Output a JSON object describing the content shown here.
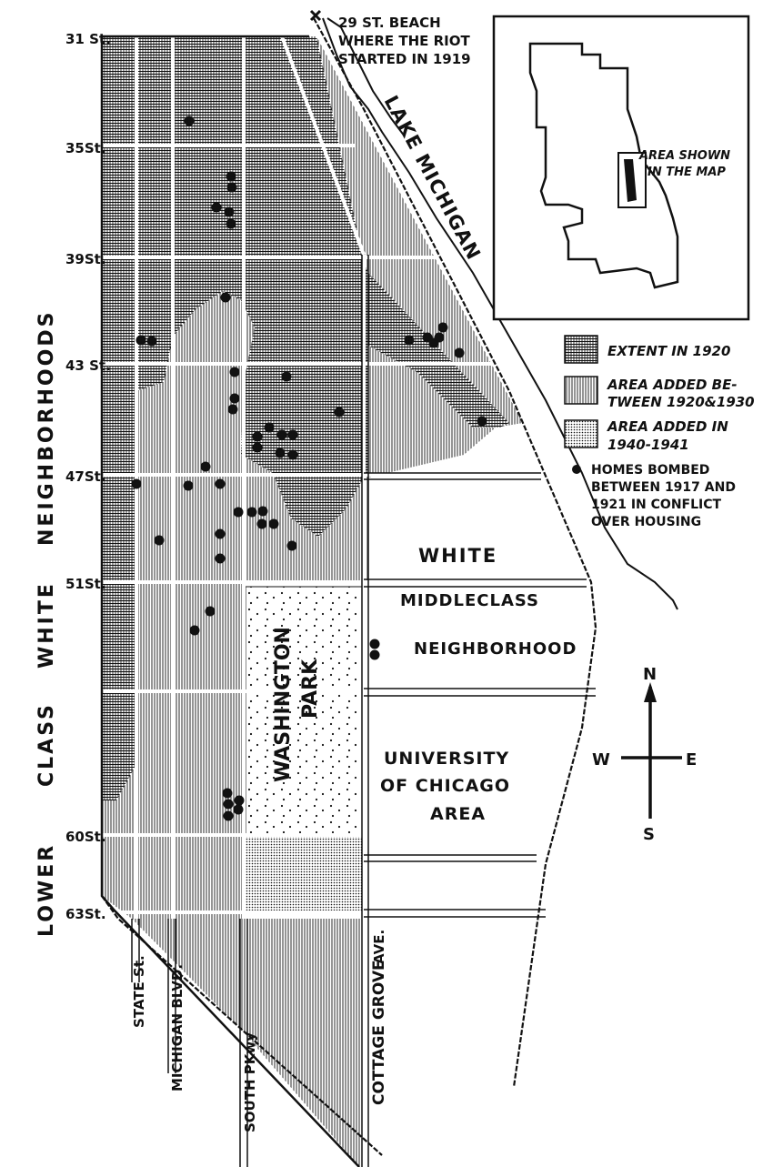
{
  "map": {
    "colors": {
      "ink": "#111111",
      "paper": "#ffffff"
    },
    "cross_streets": [
      "31 St.",
      "35St.",
      "39St.",
      "43 St.",
      "47St.",
      "51St.",
      "60St.",
      "63St."
    ],
    "vertical_streets": [
      "STATE St.",
      "MICHIGAN BLVD.",
      "SOUTH PKwy",
      "COTTAGE GROVE",
      "AVE."
    ],
    "side_label": [
      "LOWER",
      "CLASS",
      "WHITE",
      "NEIGHBORHOODS"
    ],
    "beach_label": [
      "29 ST. BEACH",
      "WHERE THE RIOT",
      "STARTED IN 1919"
    ],
    "lake_label": "LAKE MICHIGAN",
    "park_label": [
      "WASHINGTON",
      "PARK"
    ],
    "white_middle_class": [
      "WHITE",
      "MIDDLECLASS",
      "NEIGHBORHOOD"
    ],
    "university_label": [
      "UNIVERSITY",
      "OF CHICAGO",
      "AREA"
    ],
    "inset_label": [
      "AREA SHOWN",
      "IN THE MAP"
    ],
    "compass": {
      "n": "N",
      "s": "S",
      "e": "E",
      "w": "W"
    },
    "legend": {
      "extent_1920": [
        "EXTENT IN 1920"
      ],
      "added_1920_1930": [
        "AREA ADDED BE-",
        "TWEEN 1920&1930"
      ],
      "added_1940_1941": [
        "AREA ADDED IN",
        "1940-1941"
      ],
      "bombed_homes": [
        "HOMES BOMBED",
        "BETWEEN 1917 AND",
        "1921 IN CONFLICT",
        "OVER HOUSING"
      ]
    }
  }
}
